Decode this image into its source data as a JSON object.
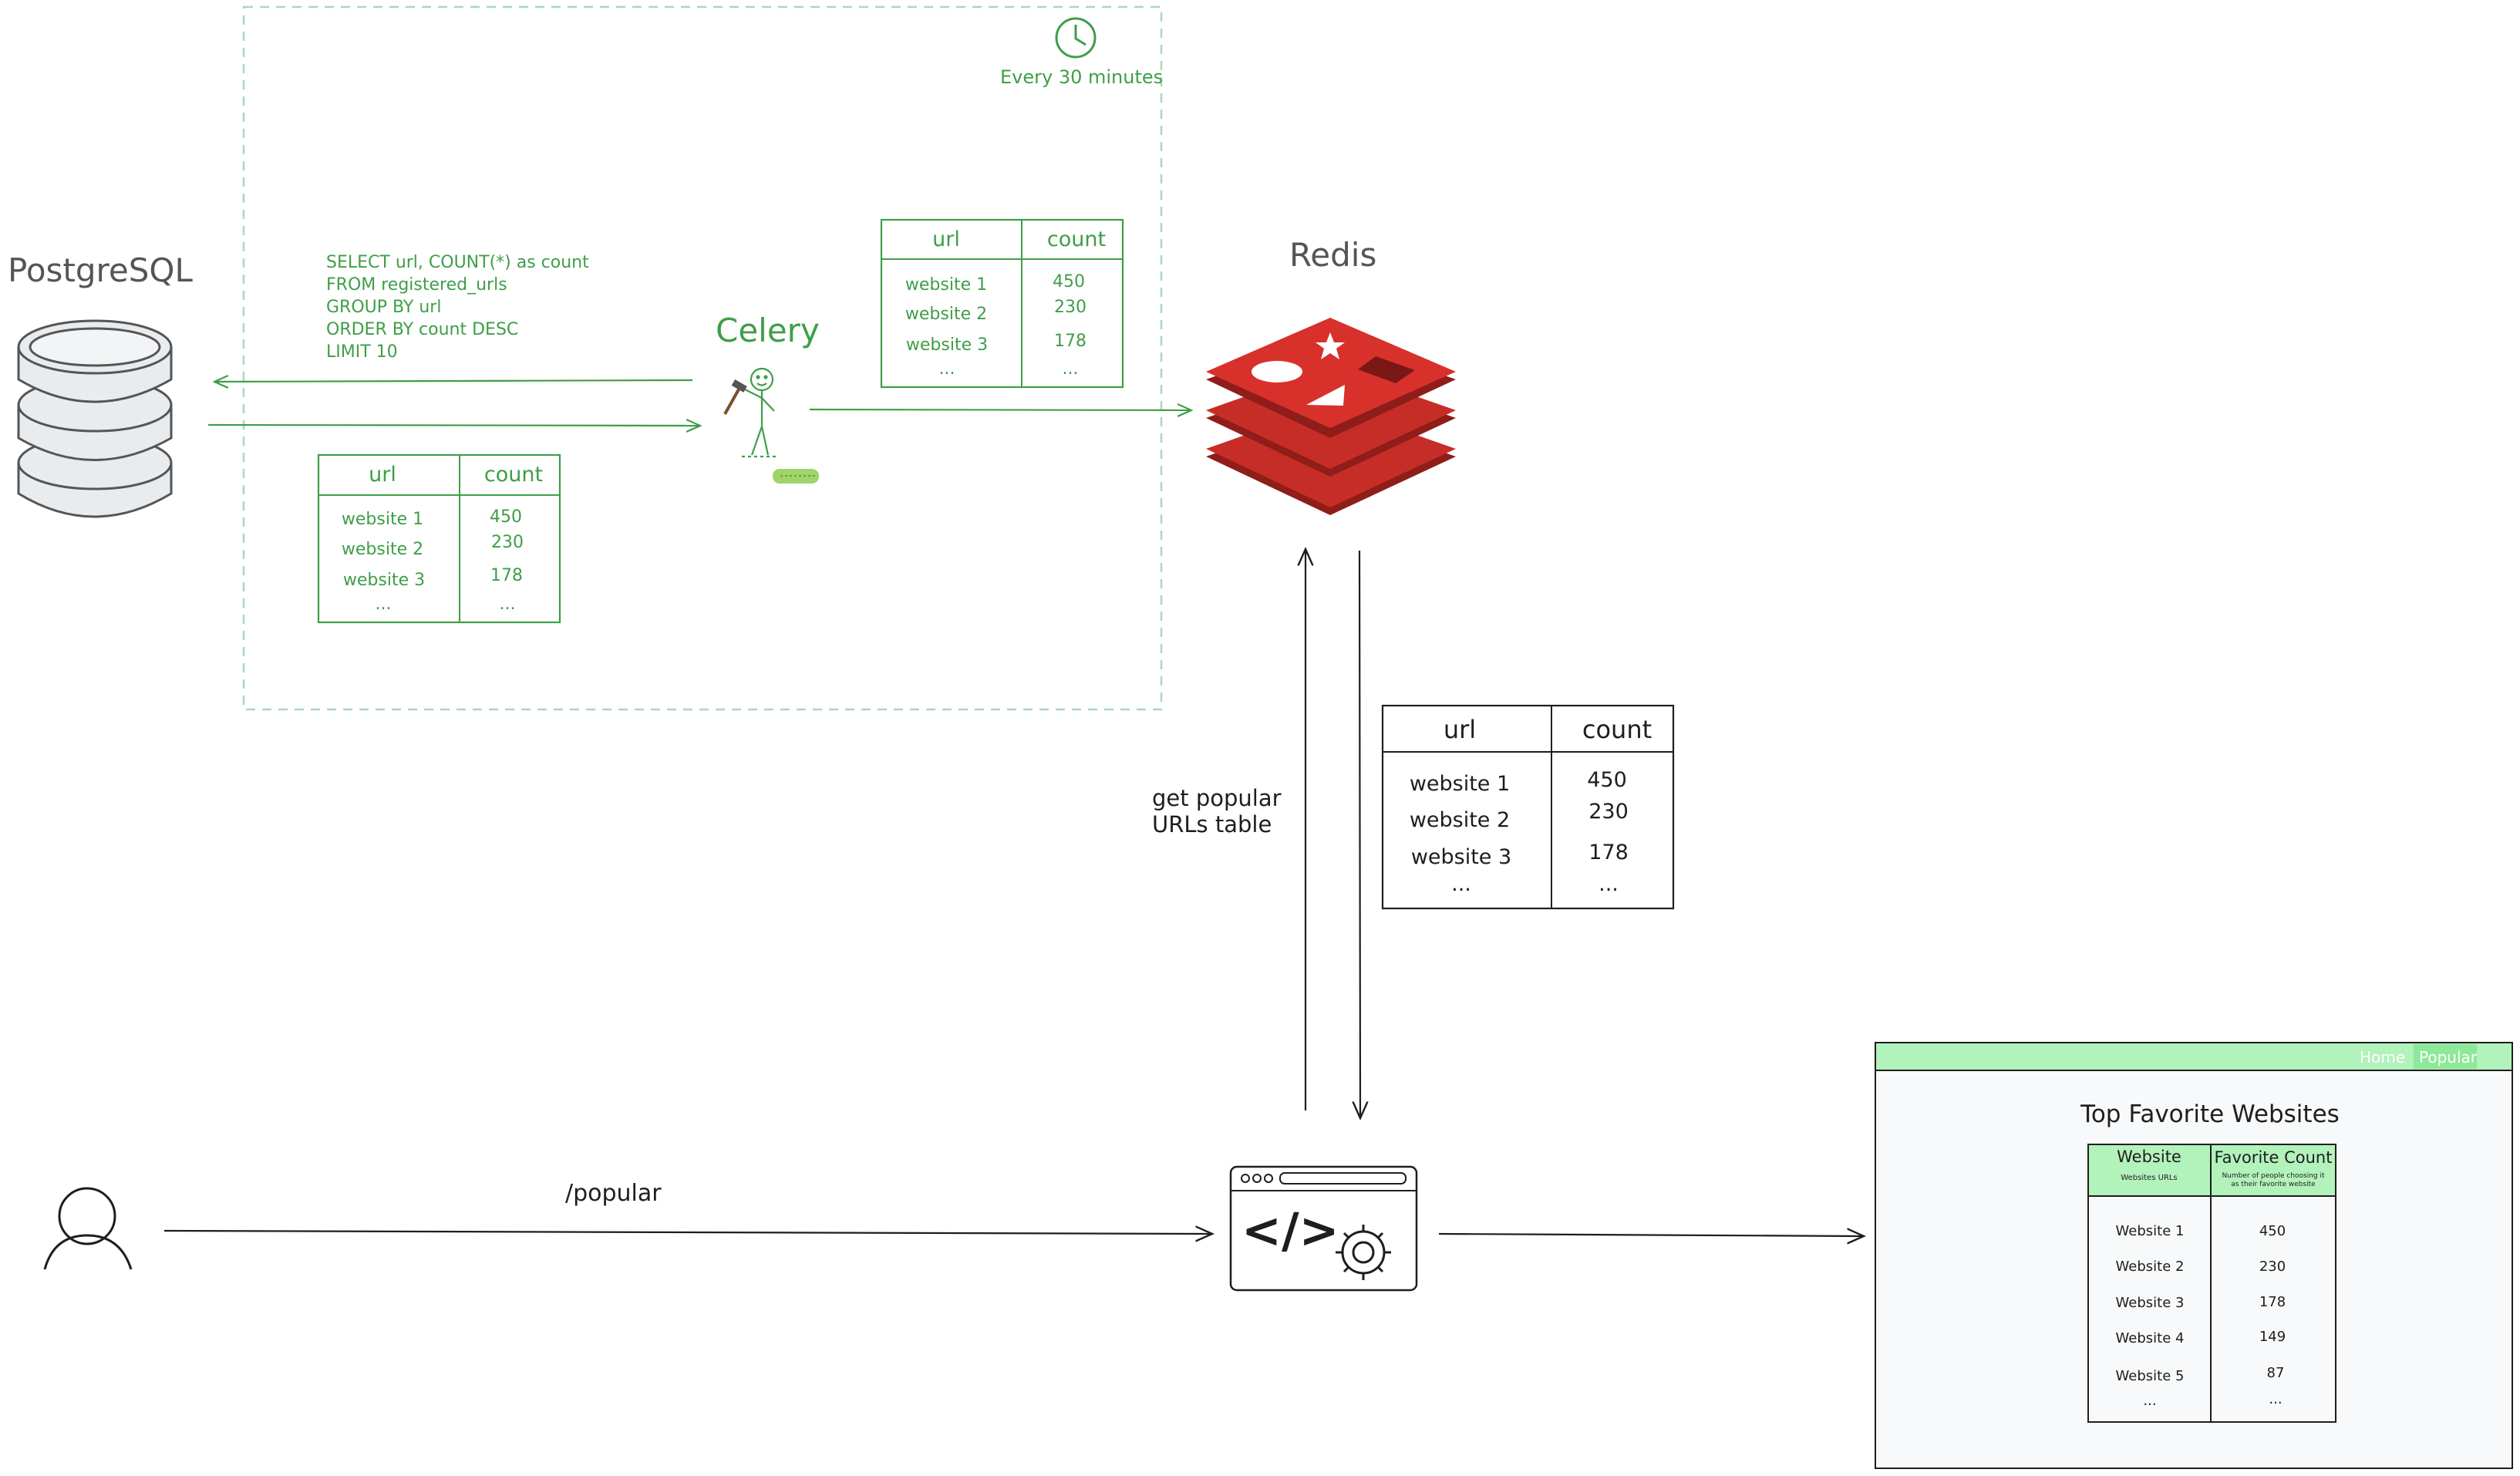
{
  "colors": {
    "green": "#3f9e48",
    "ink": "#1e1e1e",
    "redis_red": "#c62d27",
    "redis_dark": "#8f1d1a",
    "browser_bar": "#b2f2bb",
    "browser_bg": "#f8f9fa",
    "celery_tool": "#9ed468"
  },
  "timer": {
    "icon": "clock-icon",
    "label": "Every 30 minutes"
  },
  "postgres": {
    "title": "PostgreSQL",
    "icon": "database-icon"
  },
  "sql": {
    "lines": [
      "SELECT url, COUNT(*) as count",
      "FROM registered_urls",
      "GROUP BY url",
      "ORDER BY count DESC",
      "LIMIT 10"
    ]
  },
  "celery": {
    "title": "Celery",
    "icon": "worker-icon"
  },
  "redis": {
    "title": "Redis",
    "icon": "redis-logo-icon"
  },
  "query_table": {
    "headers": [
      "url",
      "count"
    ],
    "rows": [
      [
        "website 1",
        "450"
      ],
      [
        "website 2",
        "230"
      ],
      [
        "website 3",
        "178"
      ],
      [
        "...",
        "..."
      ]
    ]
  },
  "cache_table": {
    "headers": [
      "url",
      "count"
    ],
    "rows": [
      [
        "website 1",
        "450"
      ],
      [
        "website 2",
        "230"
      ],
      [
        "website 3",
        "178"
      ],
      [
        "...",
        "..."
      ]
    ]
  },
  "response_table": {
    "headers": [
      "url",
      "count"
    ],
    "rows": [
      [
        "website 1",
        "450"
      ],
      [
        "website 2",
        "230"
      ],
      [
        "website 3",
        "178"
      ],
      [
        "...",
        "..."
      ]
    ]
  },
  "redis_arrow_label": {
    "line1": "get popular",
    "line2": "URLs table"
  },
  "user": {
    "icon": "user-icon"
  },
  "request": {
    "label": "/popular"
  },
  "app_server": {
    "icon": "code-gear-icon",
    "code_glyph": "</>"
  },
  "browser": {
    "nav": {
      "home": "Home",
      "popular": "Popular"
    },
    "page_title": "Top Favorite Websites",
    "table": {
      "col1": {
        "header": "Website",
        "sub": "Websites URLs"
      },
      "col2": {
        "header": "Favorite Count",
        "sub1": "Number of people choosing it",
        "sub2": "as their favorite website"
      },
      "rows": [
        [
          "Website 1",
          "450"
        ],
        [
          "Website 2",
          "230"
        ],
        [
          "Website 3",
          "178"
        ],
        [
          "Website 4",
          "149"
        ],
        [
          "Website 5",
          "87"
        ],
        [
          "...",
          "..."
        ]
      ]
    }
  }
}
